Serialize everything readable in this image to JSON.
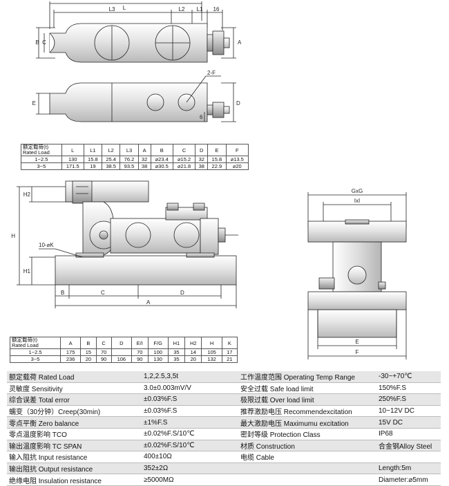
{
  "top_view": {
    "dims": {
      "L": "L",
      "L3": "L3",
      "L2": "L2",
      "L1": "L1",
      "d16": "16",
      "B": "B",
      "C": "C",
      "A": "A"
    }
  },
  "side_view": {
    "dims": {
      "E": "E",
      "F2": "2-F",
      "D": "D",
      "six": "6"
    }
  },
  "table1": {
    "headers": [
      "额定载荷(t)\nRated Load",
      "L",
      "L1",
      "L2",
      "L3",
      "A",
      "B",
      "C",
      "D",
      "E",
      "F"
    ],
    "rows": [
      [
        "1~2.5",
        "130",
        "15.8",
        "25.4",
        "76.2",
        "32",
        "⌀23.4",
        "⌀15.2",
        "32",
        "15.8",
        "⌀13.5"
      ],
      [
        "3~5",
        "171.5",
        "19",
        "38.5",
        "93.5",
        "38",
        "⌀30.5",
        "⌀21.8",
        "38",
        "22.9",
        "⌀20"
      ]
    ]
  },
  "assembly_front": {
    "dims": {
      "H2": "H2",
      "H": "H",
      "K": "10-⌀K",
      "H1": "H1",
      "B": "B",
      "C": "C",
      "D": "D",
      "A": "A"
    }
  },
  "assembly_side": {
    "dims": {
      "GxG": "GxG",
      "IxI": "IxI",
      "E": "E",
      "F": "F"
    }
  },
  "table2": {
    "headers": [
      "额定载荷(t)\nRated Load",
      "A",
      "B",
      "C",
      "D",
      "E/I",
      "F/G",
      "H1",
      "H2",
      "H",
      "K"
    ],
    "rows": [
      [
        "1~2.5",
        "175",
        "15",
        "70",
        "",
        "70",
        "100",
        "35",
        "14",
        "105",
        "17"
      ],
      [
        "3~5",
        "236",
        "20",
        "90",
        "106",
        "90",
        "130",
        "35",
        "20",
        "132",
        "21"
      ]
    ]
  },
  "specs": [
    {
      "left_label": "额定载荷 Rated Load",
      "left_value": "1,2,2.5,3,5t",
      "right_label": "工作温度范围 Operating Temp Range",
      "right_value": "-30~+70℃"
    },
    {
      "left_label": "灵敏度 Sensitivity",
      "left_value": "3.0±0.003mV/V",
      "right_label": "安全过载 Safe load limit",
      "right_value": "150%F.S"
    },
    {
      "left_label": "综合误差 Total error",
      "left_value": "±0.03%F.S",
      "right_label": "极限过载 Over load limit",
      "right_value": "250%F.S"
    },
    {
      "left_label": "蠕变（30分钟）Creep(30min)",
      "left_value": "±0.03%F.S",
      "right_label": "推荐激励电压 Recommendexcitation",
      "right_value": "10~12V DC"
    },
    {
      "left_label": "零点平衡 Zero balance",
      "left_value": "±1%F.S",
      "right_label": "最大激励电压 Maximumu excitation",
      "right_value": "15V DC"
    },
    {
      "left_label": "零点温度影响 TCO",
      "left_value": "±0.02%F.S/10℃",
      "right_label": "密封等级 Protection Class",
      "right_value": "IP68"
    },
    {
      "left_label": "输出温度影响 TC SPAN",
      "left_value": "±0.02%F.S/10℃",
      "right_label": "材质 Construction",
      "right_value": "合金钢Alloy Steel"
    },
    {
      "left_label": "输入阻抗 Input resistance",
      "left_value": "400±10Ω",
      "right_label": "电缆 Cable",
      "right_value": ""
    },
    {
      "left_label": "输出阻抗 Output resistance",
      "left_value": "352±2Ω",
      "right_label": "",
      "right_value": "Length:5m"
    },
    {
      "left_label": "绝缘电阻 Insulation resistance",
      "left_value": "≥5000MΩ",
      "right_label": "",
      "right_value": "Diameter:⌀5mm"
    }
  ]
}
